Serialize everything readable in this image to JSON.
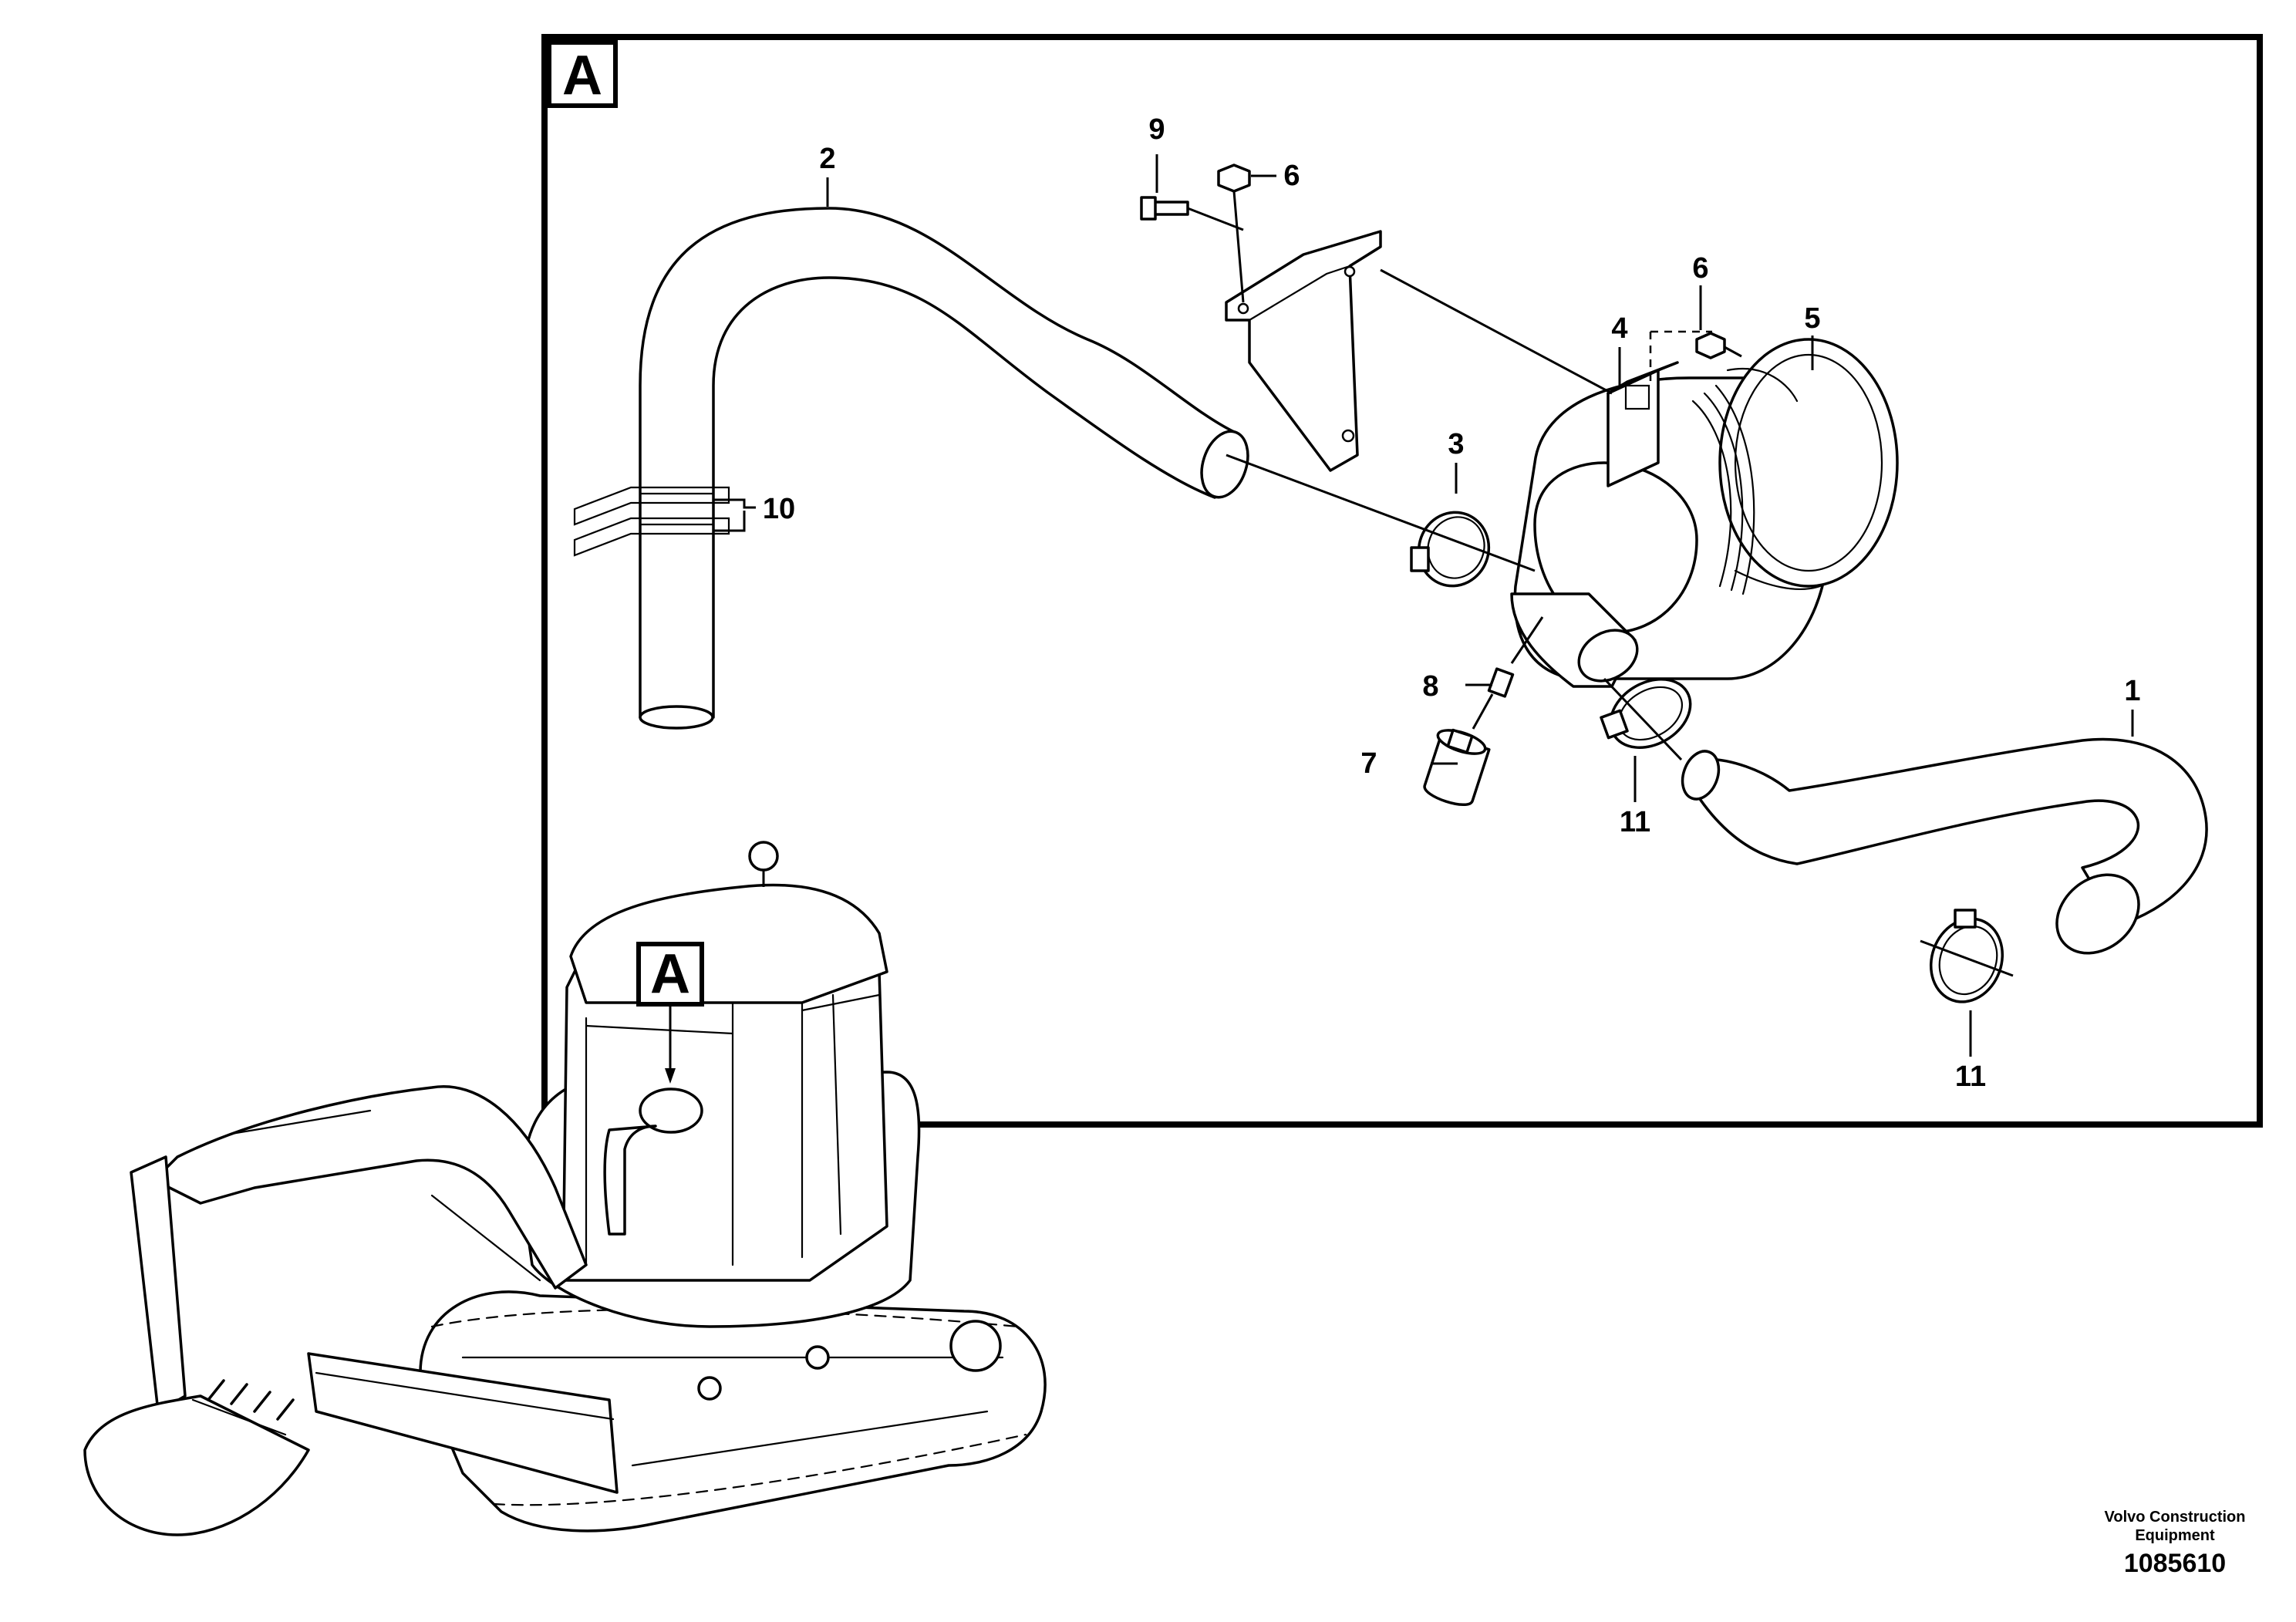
{
  "detail_view": {
    "label": "A",
    "machine_marker": "A"
  },
  "callouts": {
    "c1": "1",
    "c2": "2",
    "c3": "3",
    "c4": "4",
    "c5": "5",
    "c6a": "6",
    "c6b": "6",
    "c7": "7",
    "c8": "8",
    "c9": "9",
    "c10": "10",
    "c11a": "11",
    "c11b": "11"
  },
  "caption": {
    "company": "Volvo Construction Equipment",
    "drawing_number": "1085610"
  }
}
